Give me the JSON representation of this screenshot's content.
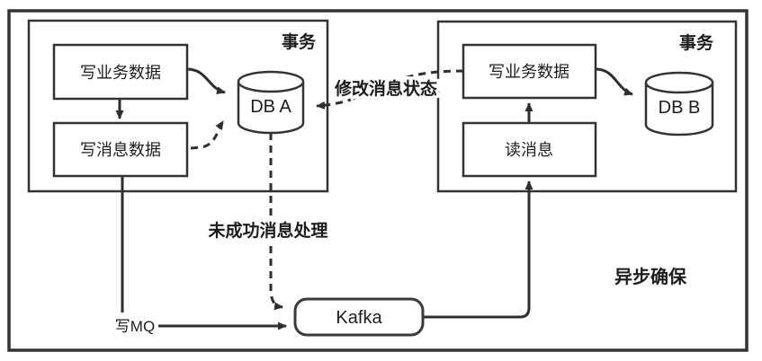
{
  "diagram": {
    "title_hint": "transactional-message-with-kafka",
    "left_transaction": {
      "label": "事务",
      "write_business_data": "写业务数据",
      "write_message_data": "写消息数据",
      "db": "DB A"
    },
    "right_transaction": {
      "label": "事务",
      "write_business_data": "写业务数据",
      "read_message": "读消息",
      "db": "DB B"
    },
    "kafka": "Kafka",
    "annotations": {
      "modify_message_status": "修改消息状态",
      "unsuccessful_message_handling": "未成功消息处理",
      "async_ensure": "异步确保",
      "write_mq": "写MQ"
    }
  },
  "colors": {
    "line": "#2e2e2e",
    "box_border": "#333333",
    "text": "#1c1c1c",
    "background": "#ffffff"
  }
}
